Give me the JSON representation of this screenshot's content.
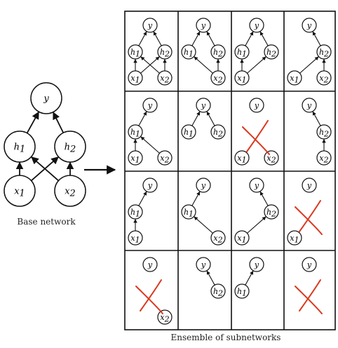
{
  "base_network": {
    "caption": "Base network",
    "nodes": {
      "y": {
        "base": "y",
        "sub": ""
      },
      "h1": {
        "base": "h",
        "sub": "1"
      },
      "h2": {
        "base": "h",
        "sub": "2"
      },
      "x1": {
        "base": "x",
        "sub": "1"
      },
      "x2": {
        "base": "x",
        "sub": "2"
      }
    },
    "edges": [
      [
        "x1",
        "h1"
      ],
      [
        "x1",
        "h2"
      ],
      [
        "x2",
        "h1"
      ],
      [
        "x2",
        "h2"
      ],
      [
        "h1",
        "y"
      ],
      [
        "h2",
        "y"
      ]
    ]
  },
  "ensemble": {
    "caption": "Ensemble of subnetworks",
    "grid": {
      "rows": 4,
      "cols": 4
    },
    "cells": [
      {
        "nodes": [
          "y",
          "h1",
          "h2",
          "x1",
          "x2"
        ],
        "edges": [
          [
            "x1",
            "h1"
          ],
          [
            "x1",
            "h2"
          ],
          [
            "x2",
            "h1"
          ],
          [
            "x2",
            "h2"
          ],
          [
            "h1",
            "y"
          ],
          [
            "h2",
            "y"
          ]
        ],
        "crossed": false
      },
      {
        "nodes": [
          "y",
          "h1",
          "h2",
          "x2"
        ],
        "edges": [
          [
            "x2",
            "h1"
          ],
          [
            "x2",
            "h2"
          ],
          [
            "h1",
            "y"
          ],
          [
            "h2",
            "y"
          ]
        ],
        "crossed": false
      },
      {
        "nodes": [
          "y",
          "h1",
          "h2",
          "x1"
        ],
        "edges": [
          [
            "x1",
            "h1"
          ],
          [
            "x1",
            "h2"
          ],
          [
            "h1",
            "y"
          ],
          [
            "h2",
            "y"
          ]
        ],
        "crossed": false
      },
      {
        "nodes": [
          "y",
          "h2",
          "x1",
          "x2"
        ],
        "edges": [
          [
            "x1",
            "h2"
          ],
          [
            "x2",
            "h2"
          ],
          [
            "h2",
            "y"
          ]
        ],
        "crossed": false
      },
      {
        "nodes": [
          "y",
          "h1",
          "x1",
          "x2"
        ],
        "edges": [
          [
            "x1",
            "h1"
          ],
          [
            "x2",
            "h1"
          ],
          [
            "h1",
            "y"
          ]
        ],
        "crossed": false
      },
      {
        "nodes": [
          "y",
          "h1",
          "h2"
        ],
        "edges": [
          [
            "h1",
            "y"
          ],
          [
            "h2",
            "y"
          ]
        ],
        "crossed": false
      },
      {
        "nodes": [
          "y",
          "x1",
          "x2"
        ],
        "edges": [],
        "crossed": true
      },
      {
        "nodes": [
          "y",
          "h2",
          "x2"
        ],
        "edges": [
          [
            "x2",
            "h2"
          ],
          [
            "h2",
            "y"
          ]
        ],
        "crossed": false
      },
      {
        "nodes": [
          "y",
          "h1",
          "x1"
        ],
        "edges": [
          [
            "x1",
            "h1"
          ],
          [
            "h1",
            "y"
          ]
        ],
        "crossed": false
      },
      {
        "nodes": [
          "y",
          "h1",
          "x2"
        ],
        "edges": [
          [
            "x2",
            "h1"
          ],
          [
            "h1",
            "y"
          ]
        ],
        "crossed": false
      },
      {
        "nodes": [
          "y",
          "h2",
          "x1"
        ],
        "edges": [
          [
            "x1",
            "h2"
          ],
          [
            "h2",
            "y"
          ]
        ],
        "crossed": false
      },
      {
        "nodes": [
          "y",
          "x1"
        ],
        "edges": [],
        "crossed": true
      },
      {
        "nodes": [
          "y",
          "x2"
        ],
        "edges": [],
        "crossed": true
      },
      {
        "nodes": [
          "y",
          "h2"
        ],
        "edges": [
          [
            "h2",
            "y"
          ]
        ],
        "crossed": false
      },
      {
        "nodes": [
          "y",
          "h1"
        ],
        "edges": [
          [
            "h1",
            "y"
          ]
        ],
        "crossed": false
      },
      {
        "nodes": [
          "y"
        ],
        "edges": [],
        "crossed": true
      }
    ]
  },
  "colors": {
    "ink": "#111111",
    "cross": "#d9391f",
    "background": "#ffffff"
  }
}
